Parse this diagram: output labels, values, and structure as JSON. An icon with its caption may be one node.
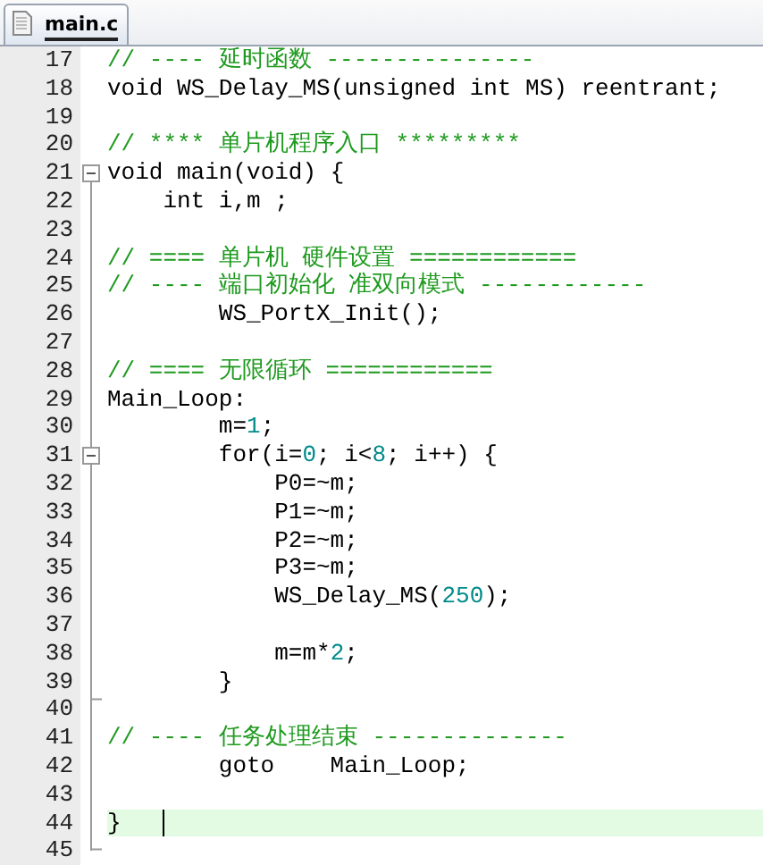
{
  "diagram": {
    "labels": [
      "main.c",
      "17",
      "// ---- 延时函数 ---------------",
      "18",
      "void WS_Delay_MS(unsigned int MS) reentrant;",
      "19",
      "20",
      "// **** 单片机程序入口 *********",
      "21",
      "void main(void) {",
      "22",
      "int i,m ;",
      "23",
      "24",
      "// ==== 单片机 硬件设置 ============",
      "25",
      "// ---- 端口初始化 准双向模式 ------------",
      "26",
      "WS_PortX_Init();",
      "27",
      "28",
      "// ==== 无限循环 ============",
      "29",
      "Main_Loop:",
      "30",
      "m=1;",
      "31",
      "for(i=0; i<8; i++) {",
      "32",
      "P0=~m;",
      "33",
      "P1=~m;",
      "34",
      "P2=~m;",
      "35",
      "P3=~m;",
      "36",
      "WS_Delay_MS(250);",
      "37",
      "38",
      "m=m*2;",
      "39",
      "}",
      "40",
      "41",
      "// ---- 任务处理结束 --------------",
      "42",
      "goto    Main_Loop;",
      "43",
      "44",
      "}",
      "45"
    ]
  }
}
